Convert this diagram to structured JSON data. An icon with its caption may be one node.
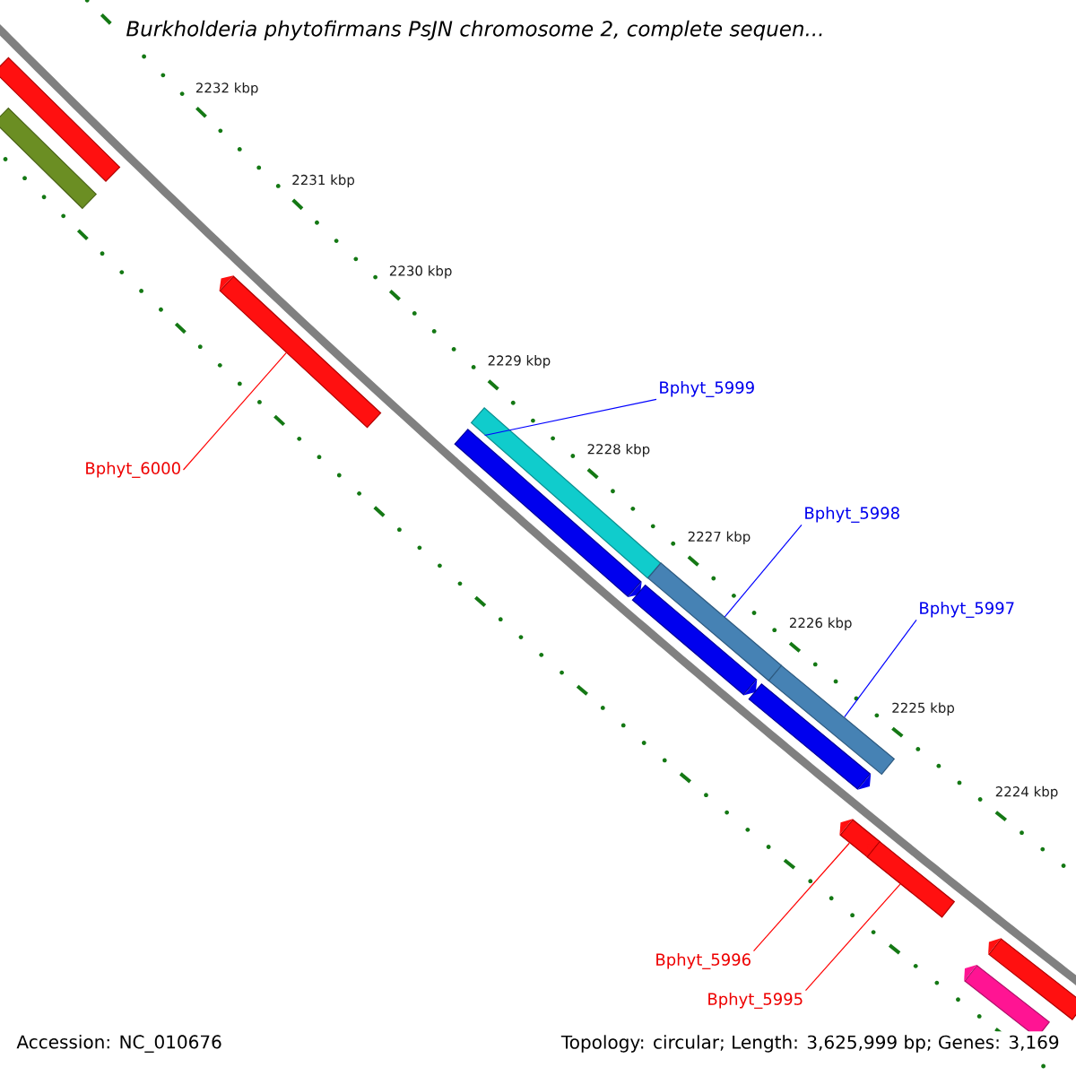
{
  "diagram": {
    "title": "Burkholderia phytofirmans PsJN chromosome 2, complete sequen...",
    "nodes": [
      {
        "text": [],
        "shape": "bar"
      },
      {
        "text": [],
        "shape": "bar"
      },
      {
        "text": [],
        "shape": "arrow"
      },
      {
        "text": [
          "Bphyt_6000"
        ]
      },
      {
        "text": [],
        "shape": "bar"
      },
      {
        "text": [],
        "shape": "arrow"
      },
      {
        "text": [
          "Bphyt_5999"
        ]
      },
      {
        "text": [],
        "shape": "bar"
      },
      {
        "text": [],
        "shape": "arrow"
      },
      {
        "text": [
          "Bphyt_5998"
        ]
      },
      {
        "text": [],
        "shape": "bar"
      },
      {
        "text": [],
        "shape": "arrow"
      },
      {
        "text": [
          "Bphyt_5997"
        ]
      },
      {
        "text": [],
        "shape": "arrow"
      },
      {
        "text": [],
        "shape": "arrow"
      },
      {
        "text": [
          "Bphyt_5996"
        ]
      },
      {
        "text": [
          "Bphyt_5995"
        ]
      },
      {
        "text": [],
        "shape": "arrow"
      },
      {
        "text": [],
        "shape": "arrow"
      }
    ],
    "edges": [
      {
        "from": 3,
        "to": 2,
        "arrow": "none",
        "color": "#ff0000"
      },
      {
        "from": 6,
        "to": 4,
        "arrow": "none",
        "color": "#0000ff"
      },
      {
        "from": 9,
        "to": 7,
        "arrow": "none",
        "color": "#0000ff"
      },
      {
        "from": 12,
        "to": 10,
        "arrow": "none",
        "color": "#0000ff"
      },
      {
        "from": 15,
        "to": 13,
        "arrow": "none",
        "color": "#ff0000"
      },
      {
        "from": 16,
        "to": 14,
        "arrow": "none",
        "color": "#ff0000"
      }
    ],
    "labels": [
      "2232 kbp",
      "2231 kbp",
      "2230 kbp",
      "2229 kbp",
      "2228 kbp",
      "2227 kbp",
      "2226 kbp",
      "2225 kbp",
      "2224 kbp",
      "Accession: NC_010676",
      "Topology: circular; Length: 3,625,999 bp; Genes: 3,169"
    ]
  }
}
